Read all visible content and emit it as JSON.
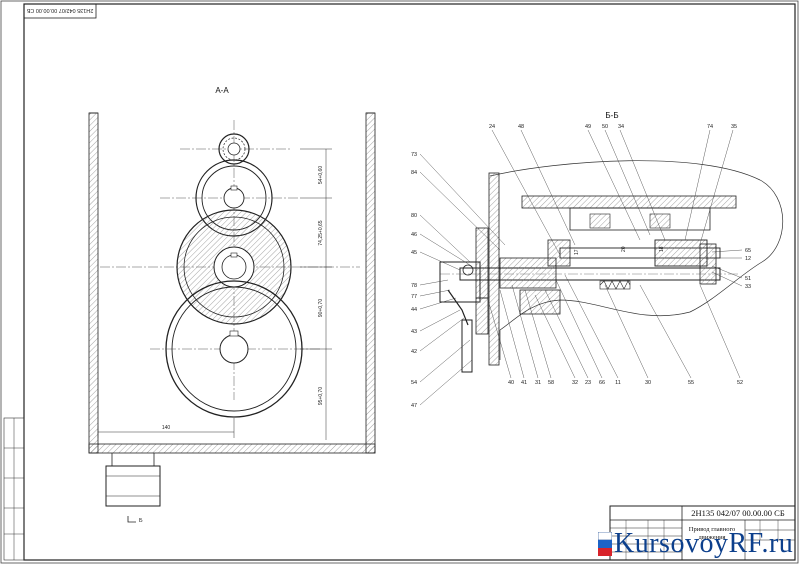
{
  "top_stamp": "2Н135 042/07 00.00.00 СБ",
  "section_aa": {
    "title": "А-А",
    "dims": {
      "d1": "54+0,60",
      "d2": "74,25+0,65",
      "d3": "90+0,70",
      "d4": "95+0,70",
      "width": "140"
    }
  },
  "section_bb": {
    "title": "Б-Б",
    "top_labels": [
      "24",
      "48",
      "49",
      "50",
      "34",
      "74",
      "35"
    ],
    "left_labels": [
      "73",
      "84",
      "80",
      "46",
      "45",
      "78",
      "77",
      "44",
      "43",
      "42",
      "54",
      "47"
    ],
    "right_labels": [
      "65",
      "12",
      "51",
      "33"
    ],
    "bottom_labels": [
      "40",
      "41",
      "31",
      "58",
      "32",
      "23",
      "66",
      "11",
      "30",
      "55",
      "52"
    ],
    "small_labels": [
      "17",
      "20",
      "18"
    ]
  },
  "view_marker": "Б",
  "title_block": {
    "doc_number": "2Н135 042/07 00.00.00 СБ",
    "name_line1": "Привод главного",
    "name_line2": "движения"
  },
  "watermark": {
    "text": "KursovoyRF.ru",
    "color": "#0c3f8c"
  }
}
